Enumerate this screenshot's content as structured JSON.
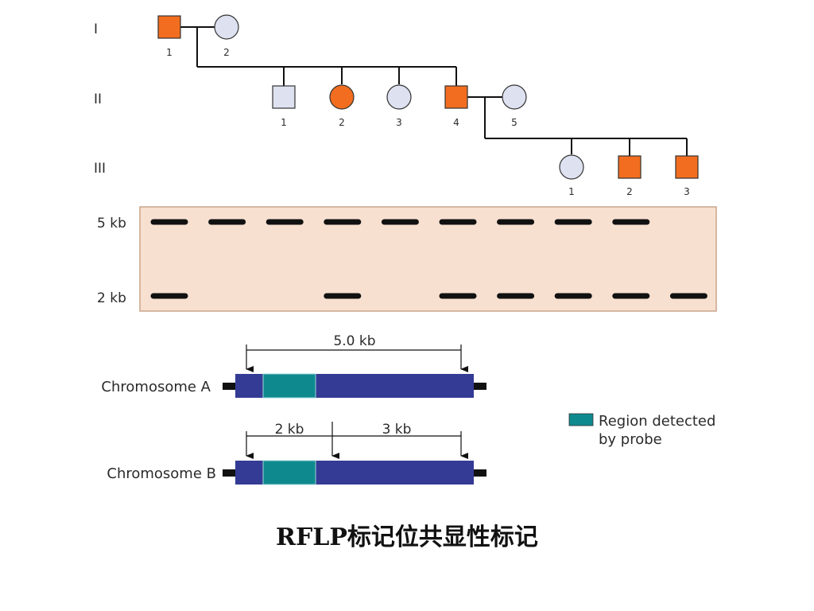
{
  "pedigree": {
    "generations": [
      "I",
      "II",
      "III"
    ],
    "gen1": {
      "ids": [
        "1",
        "2"
      ]
    },
    "gen2": {
      "ids": [
        "1",
        "2",
        "3",
        "4",
        "5"
      ]
    },
    "gen3": {
      "ids": [
        "1",
        "2",
        "3"
      ]
    }
  },
  "gel": {
    "band_labels": [
      "5 kb",
      "2 kb"
    ],
    "lanes": [
      {
        "five": true,
        "two": true
      },
      {
        "five": true,
        "two": false
      },
      {
        "five": true,
        "two": false
      },
      {
        "five": true,
        "two": true
      },
      {
        "five": true,
        "two": false
      },
      {
        "five": true,
        "two": true
      },
      {
        "five": true,
        "two": true
      },
      {
        "five": true,
        "two": true
      },
      {
        "five": true,
        "two": true
      },
      {
        "five": false,
        "two": true
      }
    ]
  },
  "chromosomes": {
    "a_label": "Chromosome A",
    "a_span": "5.0 kb",
    "b_label": "Chromosome B",
    "b_span1": "2 kb",
    "b_span2": "3 kb"
  },
  "legend": {
    "line1": "Region detected",
    "line2": "by probe"
  },
  "colors": {
    "affected": "#f26d1f",
    "unaffected": "#dde1f0",
    "chromosome": "#343b94",
    "probe_region": "#0e8a8f",
    "gel_bg": "#f7e0d0",
    "gel_border": "#caa58c"
  },
  "title": "RFLP标记位共显性标记"
}
